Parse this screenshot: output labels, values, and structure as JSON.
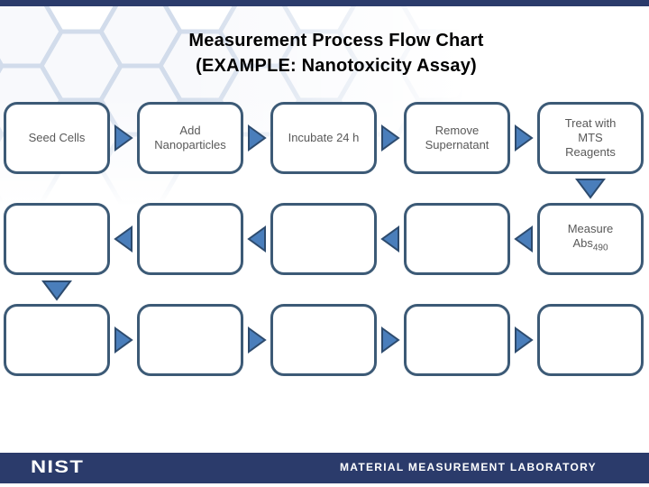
{
  "title": {
    "line1": "Measurement Process Flow Chart",
    "line2": "(EXAMPLE: Nanotoxicity Assay)"
  },
  "flow": {
    "rows": [
      {
        "boxes": [
          {
            "lines": [
              "Seed Cells"
            ]
          },
          {
            "lines": [
              "Add",
              "Nanoparticles"
            ]
          },
          {
            "lines": [
              "Incubate 24 h"
            ]
          },
          {
            "lines": [
              "Remove",
              "Supernatant"
            ]
          },
          {
            "lines": [
              "Treat with",
              "MTS",
              "Reagents"
            ]
          }
        ]
      },
      {
        "boxes": [
          {
            "lines": []
          },
          {
            "lines": []
          },
          {
            "lines": []
          },
          {
            "lines": []
          },
          {
            "lines": [
              "Measure"
            ],
            "sub_text": "Abs",
            "subscript": "490"
          }
        ]
      },
      {
        "boxes": [
          {
            "lines": []
          },
          {
            "lines": []
          },
          {
            "lines": []
          },
          {
            "lines": []
          },
          {
            "lines": []
          }
        ]
      }
    ]
  },
  "footer": {
    "logo_text": "NIST",
    "lab_name": "MATERIAL MEASUREMENT LABORATORY"
  },
  "colors": {
    "navy_bar": "#2B3B6B",
    "box_border": "#3C5A76",
    "arrow_fill": "#4A7EBB",
    "arrow_stroke": "#2D4B6E",
    "box_text": "#595959",
    "title_text": "#000000",
    "hexagon_line": "#CBD7E8"
  }
}
